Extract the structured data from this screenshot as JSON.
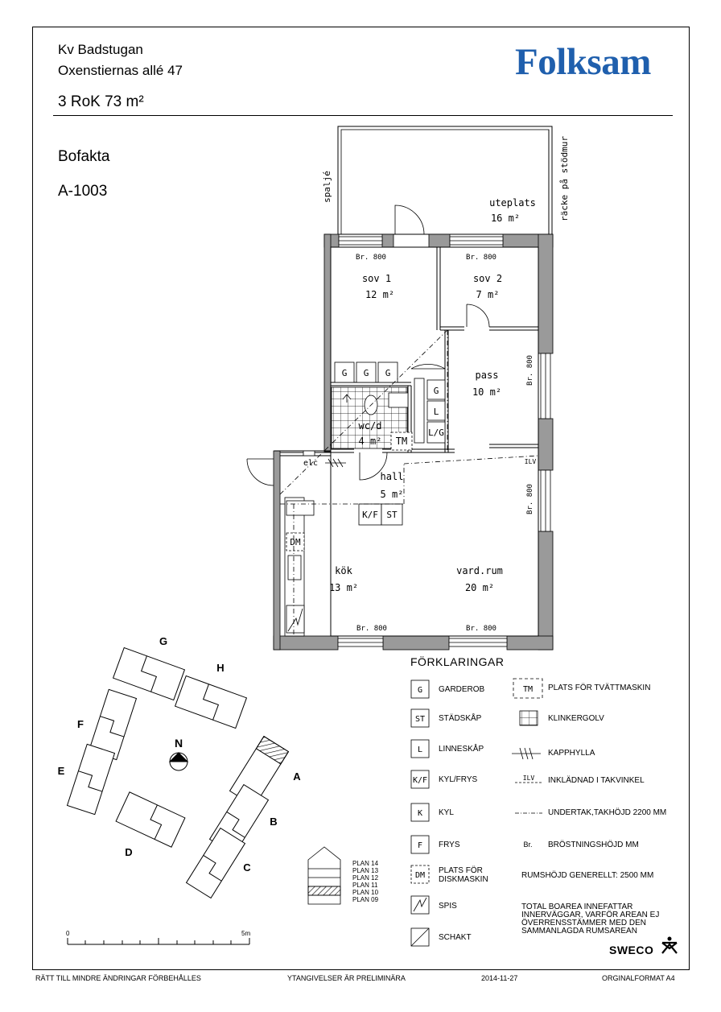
{
  "header": {
    "block": "Kv Badstugan",
    "address": "Oxenstiernas allé 47",
    "apartment_size": "3 RoK 73 m²",
    "brand": "Folksam",
    "section": "Bofakta",
    "apartment_id": "A-1003"
  },
  "rooms": {
    "uteplats": {
      "name": "uteplats",
      "area": "16 m²"
    },
    "sov1": {
      "name": "sov 1",
      "area": "12 m²"
    },
    "sov2": {
      "name": "sov 2",
      "area": "7 m²"
    },
    "pass": {
      "name": "pass",
      "area": "10 m²"
    },
    "wcd": {
      "name": "wc/d",
      "area": "4 m²"
    },
    "hall": {
      "name": "hall",
      "area": "5 m²"
    },
    "kok": {
      "name": "kök",
      "area": "13 m²"
    },
    "vardrum": {
      "name": "vard.rum",
      "area": "20 m²"
    }
  },
  "plan_labels": {
    "spalje": "spaljé",
    "racke": "räcke på stödmur",
    "br800": "Br. 800",
    "elc": "elc",
    "ilv": "ILV",
    "g": "G",
    "l": "L",
    "lg": "L/G",
    "tm": "TM",
    "kf": "K/F",
    "st": "ST",
    "dm": "DM"
  },
  "site_map": {
    "buildings": [
      "A",
      "B",
      "C",
      "D",
      "E",
      "F",
      "G",
      "H"
    ],
    "north": "N"
  },
  "stack": {
    "plans": [
      "PLAN 14",
      "PLAN 13",
      "PLAN 12",
      "PLAN 11",
      "PLAN 10",
      "PLAN 09"
    ]
  },
  "scale": {
    "start": "0",
    "end": "5m"
  },
  "legend": {
    "title": "FÖRKLARINGAR",
    "left": [
      {
        "code": "G",
        "label": "GARDEROB"
      },
      {
        "code": "ST",
        "label": "STÄDSKÅP"
      },
      {
        "code": "L",
        "label": "LINNESKÅP"
      },
      {
        "code": "K/F",
        "label": "KYL/FRYS"
      },
      {
        "code": "K",
        "label": "KYL"
      },
      {
        "code": "F",
        "label": "FRYS"
      },
      {
        "code": "DM",
        "label": "PLATS FÖR DISKMASKIN"
      },
      {
        "code": "",
        "label": "SPIS"
      },
      {
        "code": "",
        "label": "SCHAKT"
      }
    ],
    "right": [
      {
        "code": "TM",
        "label": "PLATS FÖR TVÄTTMASKIN"
      },
      {
        "code": "",
        "label": "KLINKERGOLV"
      },
      {
        "code": "",
        "label": "KAPPHYLLA"
      },
      {
        "code": "ILV",
        "label": "INKLÄDNAD I TAKVINKEL"
      },
      {
        "code": "",
        "label": "UNDERTAK,TAKHÖJD 2200 MM"
      },
      {
        "code": "Br.",
        "label": "BRÖSTNINGSHÖJD MM"
      },
      {
        "code": "",
        "label": "RUMSHÖJD GENERELLT: 2500 MM"
      },
      {
        "code": "",
        "label": "TOTAL BOAREA INNEFATTAR INNERVÄGGAR, VARFÖR AREAN EJ ÖVERRENSSTÄMMER MED DEN SAMMANLAGDA RUMSAREAN"
      }
    ]
  },
  "sweco": "SWECO",
  "footer": {
    "reservation": "RÄTT TILL MINDRE ÄNDRINGAR FÖRBEHÅLLES",
    "preliminary": "YTANGIVELSER ÄR PRELIMINÄRA",
    "date": "2014-11-27",
    "format": "ORGINALFORMAT A4"
  },
  "colors": {
    "brand": "#1f5fad",
    "wall": "#9a9a9a",
    "ink": "#000000"
  }
}
